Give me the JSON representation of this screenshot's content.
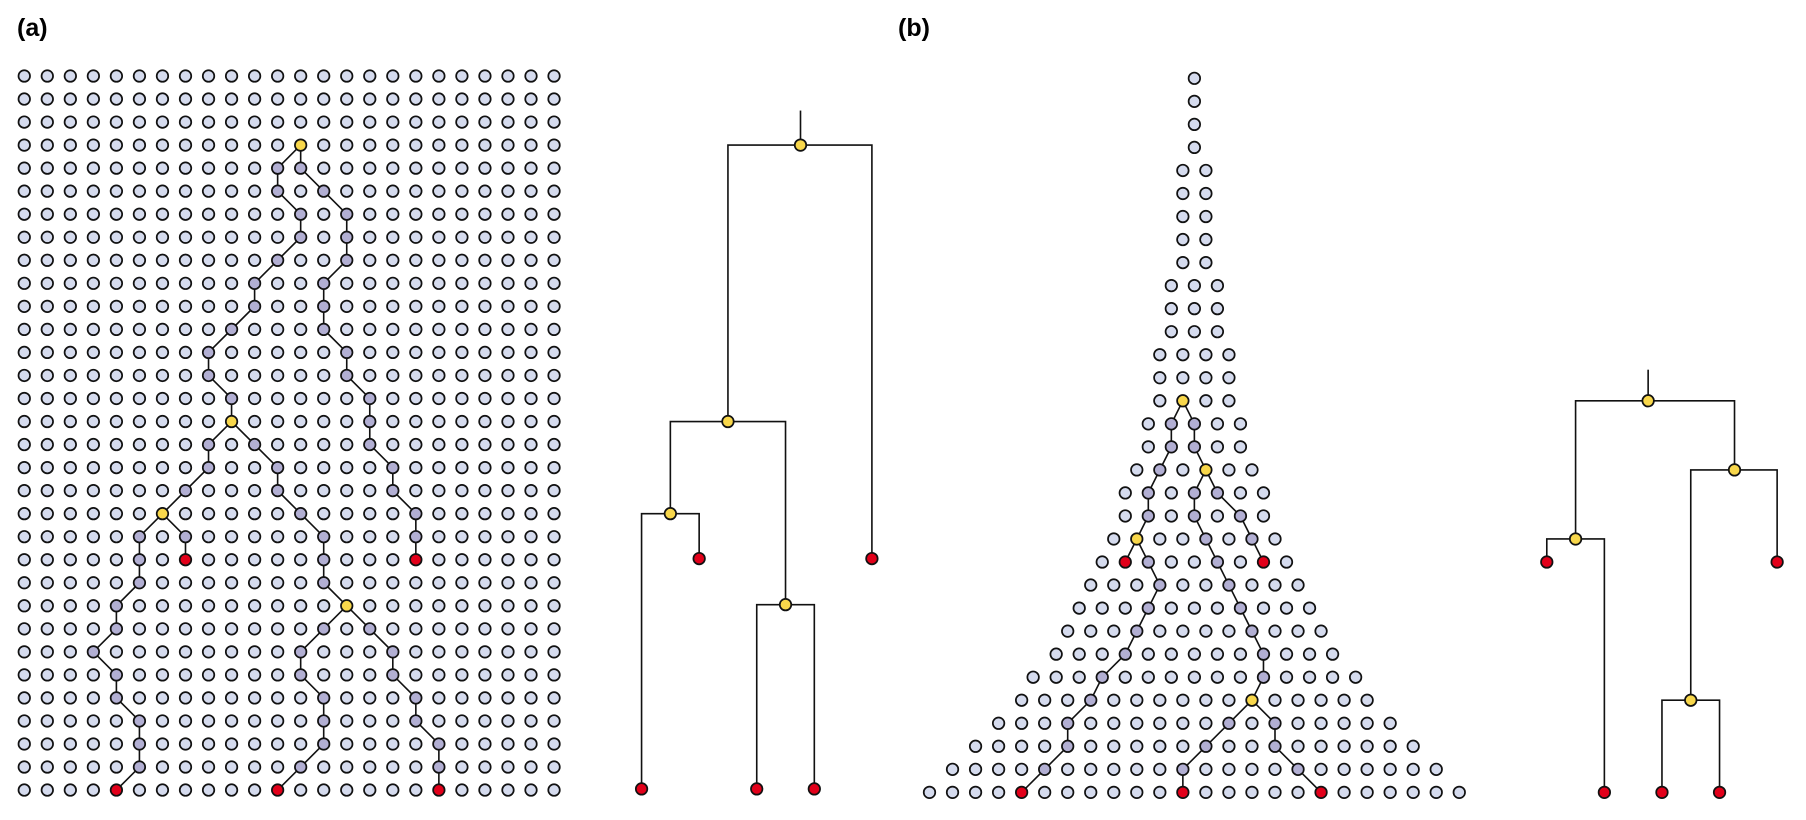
{
  "panels": {
    "a": {
      "label": "(a)"
    },
    "b": {
      "label": "(b)"
    }
  },
  "colors": {
    "background_dot": "#d5dbee",
    "lineage_dot": "#b2afd3",
    "coalescence_node": "#f8d74b",
    "sample_node": "#e2001a",
    "line": "#111111"
  },
  "grid_a": {
    "columns": 24,
    "rows": 32,
    "paths": [
      {
        "from": [
          12,
          3
        ],
        "nodes": [
          [
            11,
            4
          ],
          [
            11,
            5
          ],
          [
            12,
            6
          ],
          [
            12,
            7
          ],
          [
            11,
            8
          ],
          [
            10,
            9
          ],
          [
            10,
            10
          ],
          [
            9,
            11
          ],
          [
            8,
            12
          ],
          [
            8,
            13
          ],
          [
            9,
            14
          ],
          [
            9,
            15
          ]
        ]
      },
      {
        "from": [
          12,
          3
        ],
        "nodes": [
          [
            12,
            4
          ],
          [
            13,
            5
          ],
          [
            14,
            6
          ],
          [
            14,
            7
          ],
          [
            14,
            8
          ],
          [
            13,
            9
          ],
          [
            13,
            10
          ],
          [
            13,
            11
          ],
          [
            14,
            12
          ],
          [
            14,
            13
          ],
          [
            15,
            14
          ],
          [
            15,
            15
          ],
          [
            15,
            16
          ],
          [
            16,
            17
          ],
          [
            16,
            18
          ],
          [
            17,
            19
          ],
          [
            17,
            20
          ],
          [
            17,
            21
          ]
        ]
      },
      {
        "from": [
          9,
          15
        ],
        "nodes": [
          [
            8,
            16
          ],
          [
            8,
            17
          ],
          [
            7,
            18
          ],
          [
            6,
            19
          ]
        ]
      },
      {
        "from": [
          9,
          15
        ],
        "nodes": [
          [
            10,
            16
          ],
          [
            11,
            17
          ],
          [
            11,
            18
          ],
          [
            12,
            19
          ],
          [
            13,
            20
          ],
          [
            13,
            21
          ],
          [
            13,
            22
          ],
          [
            14,
            23
          ]
        ]
      },
      {
        "from": [
          6,
          19
        ],
        "nodes": [
          [
            5,
            20
          ],
          [
            5,
            21
          ],
          [
            5,
            22
          ],
          [
            4,
            23
          ],
          [
            4,
            24
          ],
          [
            3,
            25
          ],
          [
            4,
            26
          ],
          [
            4,
            27
          ],
          [
            5,
            28
          ],
          [
            5,
            29
          ],
          [
            5,
            30
          ],
          [
            4,
            31
          ]
        ]
      },
      {
        "from": [
          6,
          19
        ],
        "nodes": [
          [
            7,
            20
          ],
          [
            7,
            21
          ]
        ]
      },
      {
        "from": [
          14,
          23
        ],
        "nodes": [
          [
            13,
            24
          ],
          [
            12,
            25
          ],
          [
            12,
            26
          ],
          [
            13,
            27
          ],
          [
            13,
            28
          ],
          [
            13,
            29
          ],
          [
            12,
            30
          ],
          [
            11,
            31
          ]
        ]
      },
      {
        "from": [
          14,
          23
        ],
        "nodes": [
          [
            15,
            24
          ],
          [
            16,
            25
          ],
          [
            16,
            26
          ],
          [
            17,
            27
          ],
          [
            17,
            28
          ],
          [
            18,
            29
          ],
          [
            18,
            30
          ],
          [
            18,
            31
          ]
        ]
      }
    ],
    "coalescence_nodes": [
      [
        12,
        3
      ],
      [
        9,
        15
      ],
      [
        6,
        19
      ],
      [
        14,
        23
      ]
    ],
    "samples": [
      [
        7,
        21
      ],
      [
        17,
        21
      ],
      [
        4,
        31
      ],
      [
        11,
        31
      ],
      [
        18,
        31
      ]
    ]
  },
  "grid_b": {
    "row_counts": [
      1,
      1,
      1,
      1,
      2,
      2,
      2,
      2,
      2,
      3,
      3,
      3,
      4,
      4,
      4,
      5,
      5,
      6,
      7,
      7,
      8,
      9,
      10,
      11,
      12,
      13,
      15,
      16,
      18,
      20,
      22,
      24
    ],
    "paths": [
      {
        "from": [
          14,
          -1
        ],
        "nodes": [
          [
            15,
            -2
          ],
          [
            16,
            -2
          ],
          [
            17,
            -3
          ],
          [
            18,
            -4
          ],
          [
            19,
            -4
          ],
          [
            20,
            -5
          ]
        ]
      },
      {
        "from": [
          14,
          -1
        ],
        "nodes": [
          [
            15,
            0
          ],
          [
            16,
            0
          ],
          [
            17,
            1
          ]
        ]
      },
      {
        "from": [
          20,
          -5
        ],
        "nodes": [
          [
            21,
            -6
          ]
        ]
      },
      {
        "from": [
          20,
          -5
        ],
        "nodes": [
          [
            21,
            -4
          ],
          [
            22,
            -3
          ],
          [
            23,
            -4
          ],
          [
            24,
            -5
          ],
          [
            25,
            -6
          ],
          [
            26,
            -8
          ],
          [
            27,
            -9
          ],
          [
            28,
            -11
          ],
          [
            29,
            -11
          ],
          [
            30,
            -13
          ],
          [
            31,
            -15
          ]
        ]
      },
      {
        "from": [
          17,
          1
        ],
        "nodes": [
          [
            18,
            0
          ],
          [
            19,
            0
          ],
          [
            20,
            1
          ],
          [
            21,
            2
          ],
          [
            22,
            3
          ],
          [
            23,
            4
          ],
          [
            24,
            5
          ],
          [
            25,
            6
          ],
          [
            26,
            6
          ],
          [
            27,
            5
          ]
        ]
      },
      {
        "from": [
          17,
          1
        ],
        "nodes": [
          [
            18,
            2
          ],
          [
            19,
            4
          ],
          [
            20,
            5
          ],
          [
            21,
            6
          ]
        ]
      },
      {
        "from": [
          27,
          5
        ],
        "nodes": [
          [
            28,
            3
          ],
          [
            29,
            1
          ],
          [
            30,
            -1
          ],
          [
            31,
            -1
          ]
        ]
      },
      {
        "from": [
          27,
          5
        ],
        "nodes": [
          [
            28,
            7
          ],
          [
            29,
            7
          ],
          [
            30,
            9
          ],
          [
            31,
            11
          ]
        ]
      }
    ],
    "coalescence_nodes": [
      [
        14,
        -1
      ],
      [
        17,
        1
      ],
      [
        20,
        -5
      ],
      [
        27,
        5
      ]
    ],
    "samples": [
      [
        21,
        -6
      ],
      [
        21,
        6
      ],
      [
        31,
        -15
      ],
      [
        31,
        -1
      ],
      [
        31,
        11
      ]
    ]
  }
}
